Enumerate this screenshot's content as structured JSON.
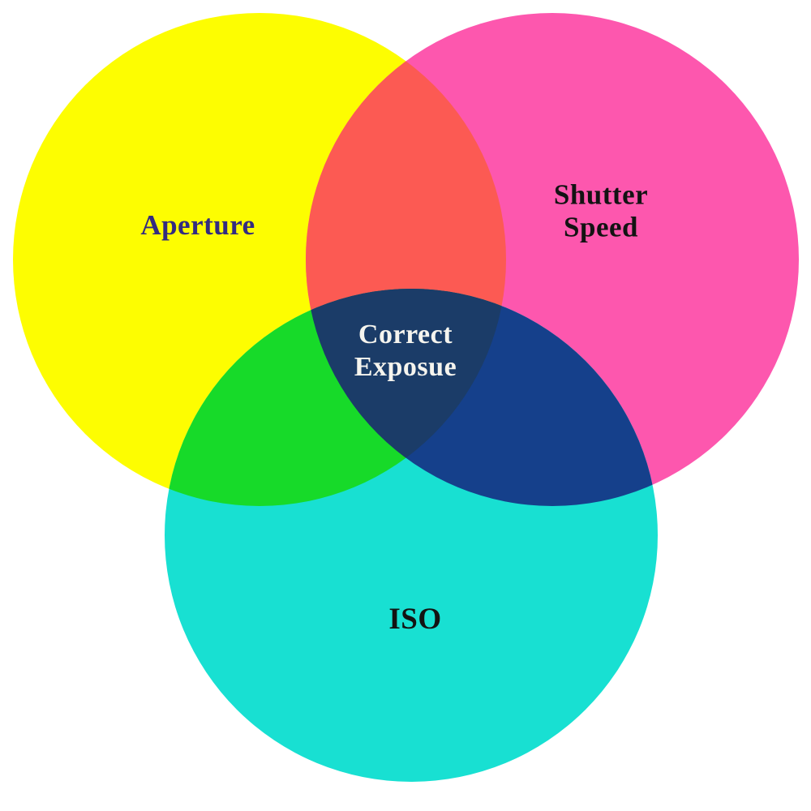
{
  "diagram": {
    "type": "venn",
    "description": "Exposure triangle Venn diagram with three overlapping circles",
    "sets": [
      {
        "id": "aperture",
        "label": "Aperture"
      },
      {
        "id": "shutter-speed",
        "label": "Shutter\nSpeed"
      },
      {
        "id": "iso",
        "label": "ISO"
      }
    ],
    "center_label": "Correct\nExposue"
  },
  "colors": {
    "background": "#ffffff",
    "aperture_yellow": "#fdfd01",
    "shutter_pink": "#fd57ae",
    "iso_cyan": "#18e0d2",
    "overlap_red": "#fc5a53",
    "overlap_green": "#17da29",
    "overlap_blue": "#15408b",
    "overlap_navy": "#1b3c68",
    "aperture_text": "#332b80",
    "dark_text": "#131313",
    "light_text": "#f5f4ee"
  }
}
